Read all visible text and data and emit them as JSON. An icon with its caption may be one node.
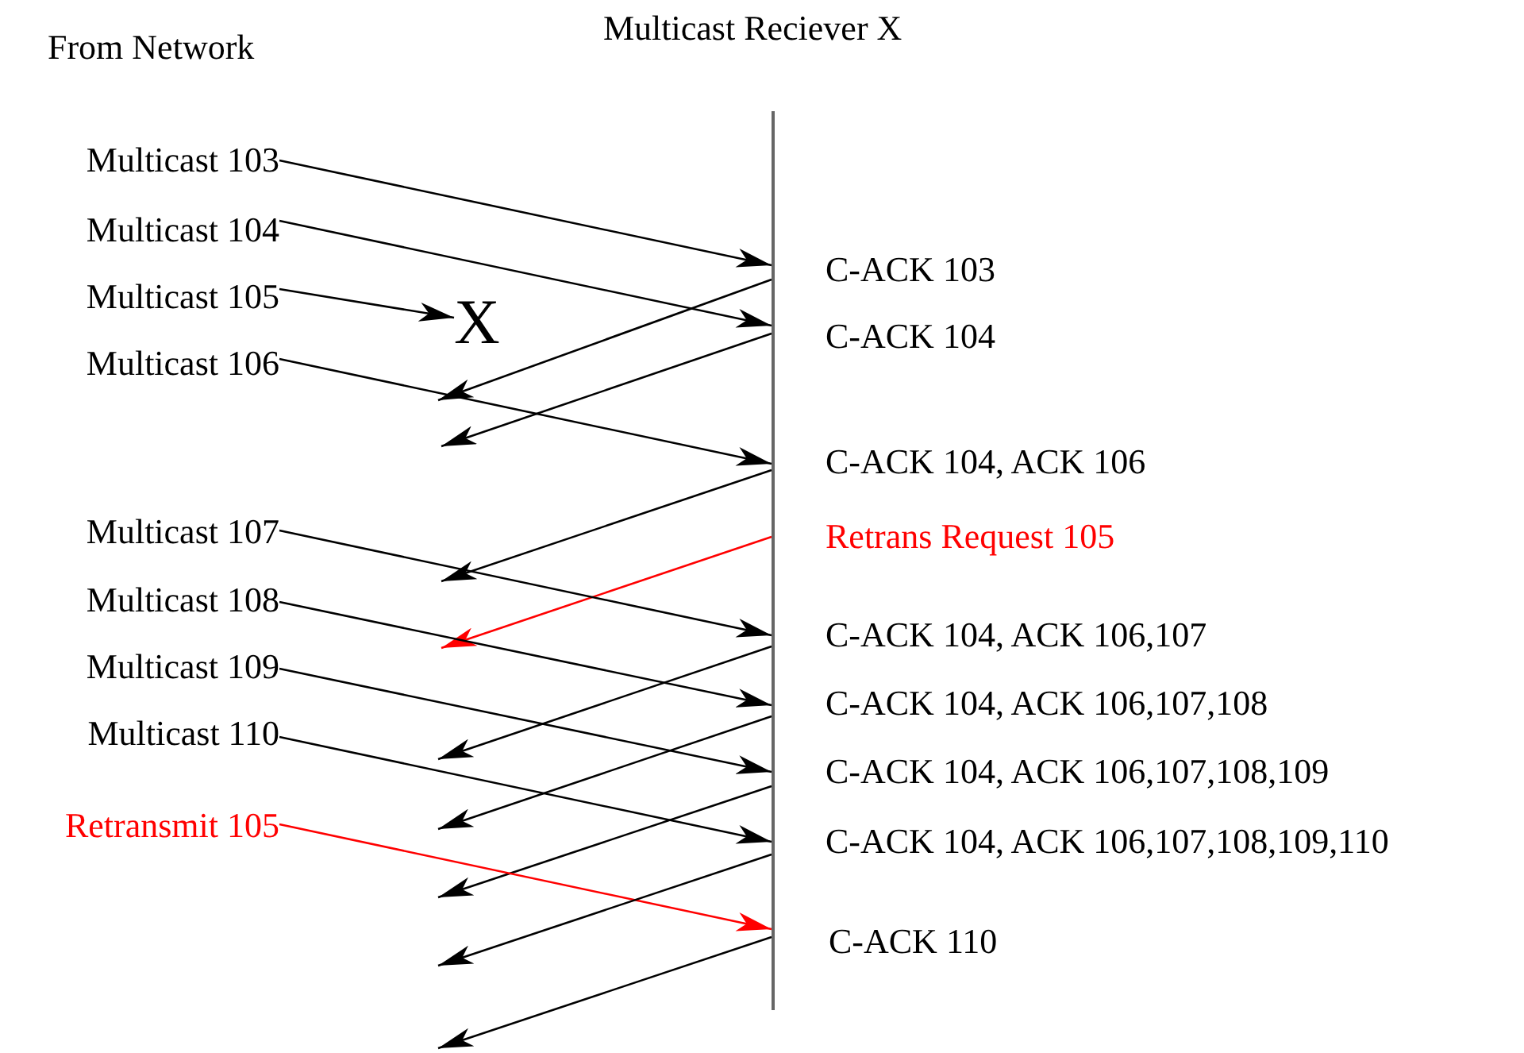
{
  "diagram": {
    "nodes": [
      {
        "text": [],
        "shape": "bar"
      },
      {
        "text": [
          "Multicast 103"
        ]
      },
      {
        "text": [
          "Multicast 104"
        ]
      },
      {
        "text": [
          "Multicast 105"
        ]
      },
      {
        "text": [
          "X"
        ]
      },
      {
        "text": [
          "Multicast 106"
        ]
      },
      {
        "text": [
          "Multicast 107"
        ]
      },
      {
        "text": [
          "Multicast 108"
        ]
      },
      {
        "text": [
          "Multicast 109"
        ]
      },
      {
        "text": [
          "Multicast 110"
        ]
      },
      {
        "text": [
          "Retransmit 105"
        ]
      }
    ],
    "edges": [
      {
        "from": 1,
        "to": 0,
        "arrow": "to"
      },
      {
        "from": 2,
        "to": 0,
        "arrow": "to"
      },
      {
        "from": 3,
        "to": 4,
        "arrow": "to"
      },
      {
        "from": 0,
        "to": null,
        "arrow": "to"
      },
      {
        "from": 0,
        "to": null,
        "arrow": "to"
      },
      {
        "from": 5,
        "to": 0,
        "arrow": "to"
      },
      {
        "from": 0,
        "to": null,
        "arrow": "to"
      },
      {
        "from": 0,
        "to": null,
        "arrow": "to",
        "color": "#ff0000"
      },
      {
        "from": 6,
        "to": 0,
        "arrow": "to"
      },
      {
        "from": 7,
        "to": 0,
        "arrow": "to"
      },
      {
        "from": 0,
        "to": null,
        "arrow": "to"
      },
      {
        "from": 8,
        "to": 0,
        "arrow": "to"
      },
      {
        "from": 0,
        "to": null,
        "arrow": "to"
      },
      {
        "from": 9,
        "to": 0,
        "arrow": "to"
      },
      {
        "from": 0,
        "to": null,
        "arrow": "to"
      },
      {
        "from": 10,
        "to": 0,
        "arrow": "to",
        "color": "#ff0000"
      },
      {
        "from": 0,
        "to": null,
        "arrow": "to"
      },
      {
        "from": 0,
        "to": null,
        "arrow": "to"
      }
    ],
    "labels": [
      "Multicast Reciever X",
      "From Network",
      "C-ACK 103",
      "C-ACK 104",
      "C-ACK 104, ACK 106",
      "Retrans Request 105",
      "C-ACK 104, ACK 106,107",
      "C-ACK 104, ACK 106,107,108",
      "C-ACK 104, ACK 106,107,108,109",
      "C-ACK 104, ACK 106,107,108,109,110",
      "C-ACK 110"
    ]
  }
}
